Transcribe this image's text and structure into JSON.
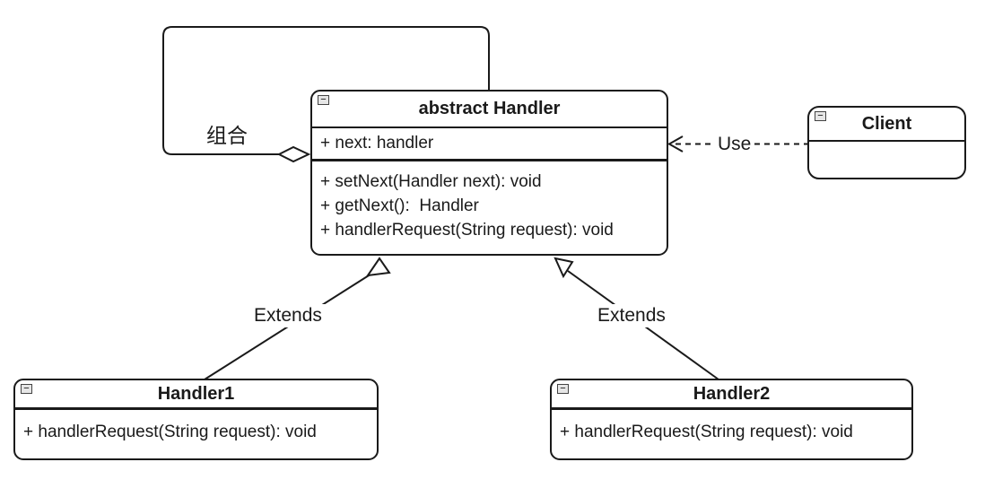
{
  "diagram": {
    "type": "uml-class-diagram",
    "colors": {
      "line": "#1a1a1a",
      "background": "#ffffff",
      "collapse_icon_bg": "#e6e6e6"
    },
    "icons": {
      "collapse": "−"
    }
  },
  "classes": [
    {
      "title": "abstract Handler",
      "attributes": [
        "+ next: handler"
      ],
      "methods": [
        "+ setNext(Handler next): void",
        "+ getNext():  Handler",
        "+ handlerRequest(String request): void"
      ]
    },
    {
      "title": "Client",
      "attributes": [],
      "methods": []
    },
    {
      "title": "Handler1",
      "attributes": [],
      "methods": [
        "+ handlerRequest(String request): void"
      ]
    },
    {
      "title": "Handler2",
      "attributes": [],
      "methods": [
        "+ handlerRequest(String request): void"
      ]
    }
  ],
  "relationships": {
    "composition": {
      "label": "组合",
      "type": "self-aggregation",
      "from": "abstract Handler",
      "to": "abstract Handler"
    },
    "use": {
      "label": "Use",
      "type": "dashed-dependency",
      "from": "Client",
      "to": "abstract Handler"
    },
    "extends_left": {
      "label": "Extends",
      "type": "generalization",
      "from": "Handler1",
      "to": "abstract Handler"
    },
    "extends_right": {
      "label": "Extends",
      "type": "generalization",
      "from": "Handler2",
      "to": "abstract Handler"
    }
  }
}
